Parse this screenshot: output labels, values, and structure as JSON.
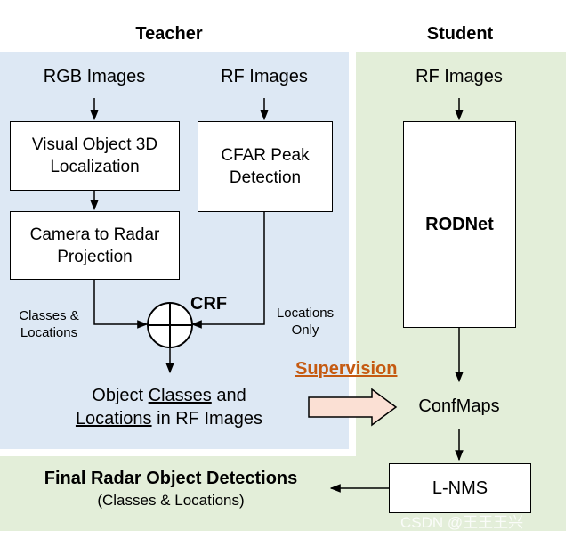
{
  "headers": {
    "teacher": "Teacher",
    "student": "Student"
  },
  "teacher": {
    "rgb_images": "RGB Images",
    "rf_images": "RF Images",
    "visual_localization": "Visual Object 3D\nLocalization",
    "camera_to_radar": "Camera to Radar\nProjection",
    "cfar": "CFAR Peak\nDetection",
    "crf": "CRF",
    "classes_locations": "Classes &\nLocations",
    "locations_only": "Locations\nOnly",
    "output": {
      "part1": "Object ",
      "classes": "Classes",
      "part2": " and",
      "locations": "Locations",
      "part3": " in RF Images"
    }
  },
  "student": {
    "rf_images": "RF Images",
    "rodnet": "RODNet",
    "confmaps": "ConfMaps",
    "lnms": "L-NMS"
  },
  "supervision": "Supervision",
  "final": {
    "title": "Final Radar Object Detections",
    "subtitle": "(Classes & Locations)"
  },
  "watermark": "CSDN @王王王兴",
  "colors": {
    "teacher_panel": "#dde8f4",
    "student_panel": "#e3eed9",
    "supervision_text": "#c55a11",
    "supervision_arrow_fill": "#fbe0d4"
  }
}
